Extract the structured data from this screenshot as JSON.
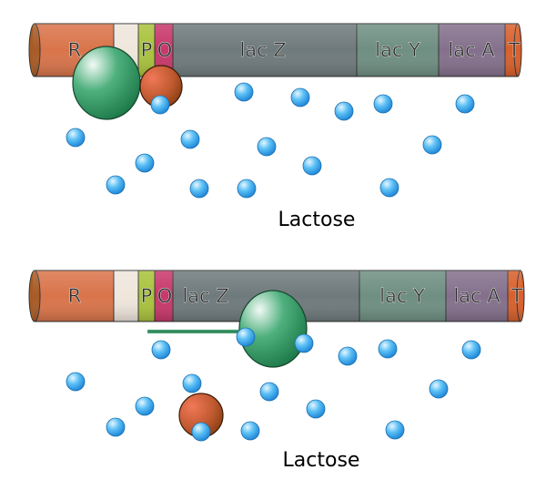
{
  "panels": [
    {
      "state": "repressed",
      "segments": [
        "R",
        "",
        "P",
        "O",
        "lac Z",
        "lac Y",
        "lac A",
        "T"
      ],
      "sugar_label": "Lactose"
    },
    {
      "state": "induced",
      "segments": [
        "R",
        "",
        "P",
        "O",
        "lac Z",
        "lac Y",
        "lac A",
        "T"
      ],
      "sugar_label": "Lactose"
    }
  ],
  "colors": {
    "R": "#d9744a",
    "spacer": "#efe6dc",
    "P": "#a9c23c",
    "O": "#c8386b",
    "lacZ": "#6f7a7c",
    "lacY": "#6f8f82",
    "lacA": "#84708c",
    "T": "#d8602c",
    "lactose": "#3aa8ec",
    "repressor": "#2e9a64",
    "polymerase": "#b9532a"
  }
}
